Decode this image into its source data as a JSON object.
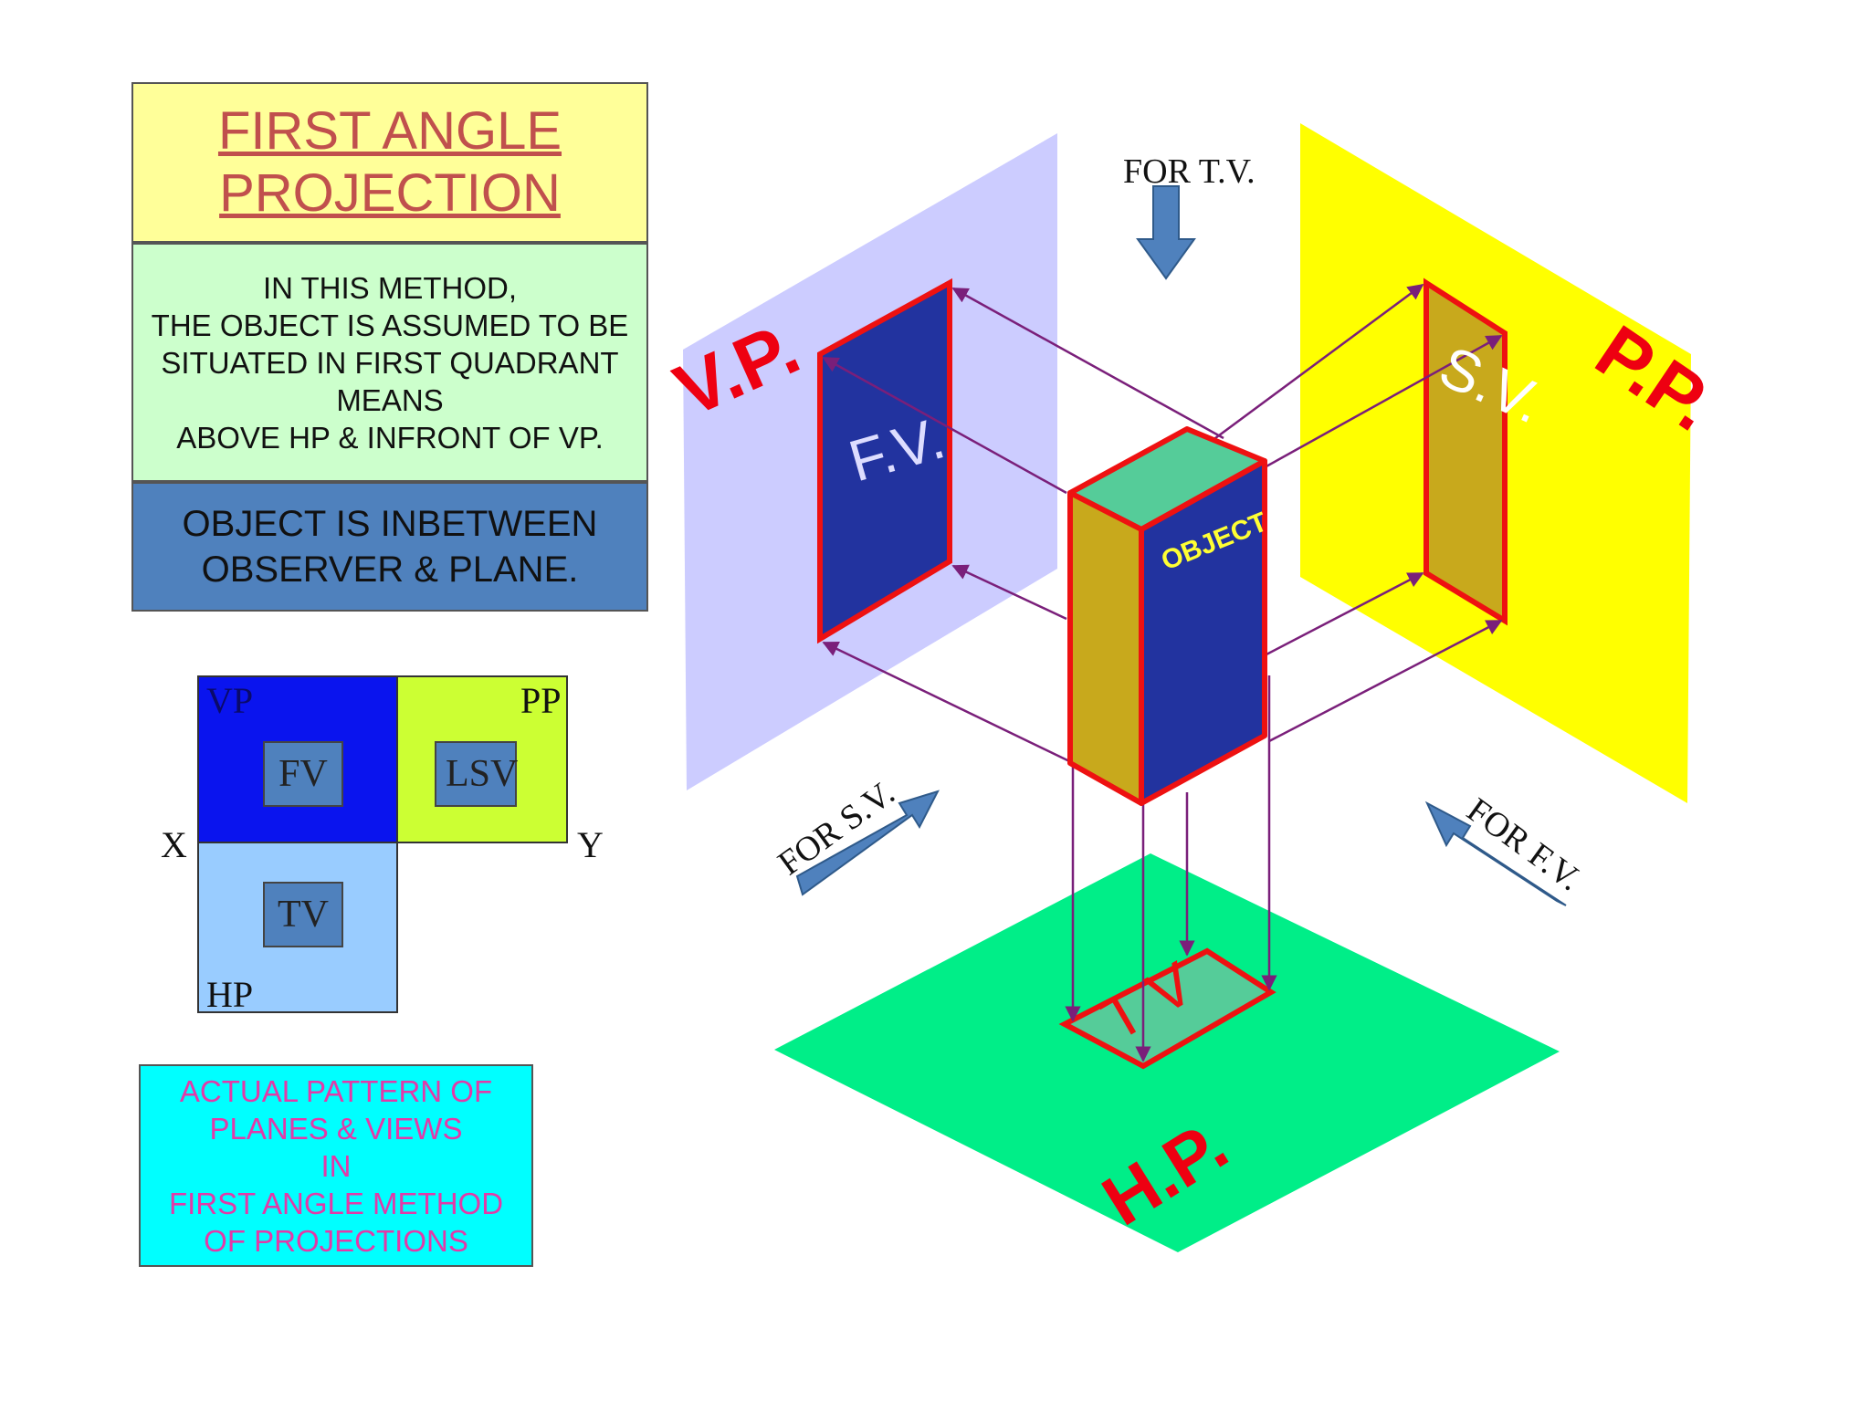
{
  "title": {
    "line1": "FIRST ANGLE ",
    "line2": "PROJECTION"
  },
  "method": {
    "lines": [
      "IN THIS METHOD,",
      "THE OBJECT IS ASSUMED TO BE",
      "SITUATED IN FIRST QUADRANT",
      "MEANS",
      "ABOVE HP & INFRONT OF VP."
    ]
  },
  "object_note": {
    "lines": [
      "OBJECT IS INBETWEEN",
      "OBSERVER & PLANE."
    ]
  },
  "small_layout": {
    "vp": "VP",
    "pp": "PP",
    "hp": "HP",
    "x": "X",
    "y": "Y",
    "fv": "FV",
    "lsv": "LSV",
    "tv": "TV"
  },
  "pattern_note": {
    "lines": [
      "ACTUAL PATTERN OF",
      "PLANES & VIEWS",
      "IN",
      "FIRST ANGLE METHOD",
      "OF PROJECTIONS"
    ]
  },
  "diagram": {
    "vp_label": "V.P.",
    "pp_label": "P.P.",
    "hp_label": "H.P.",
    "fv_label": "F.V.",
    "sv_label": "S.V.",
    "tv_label": "T V",
    "object_label": "OBJECT",
    "for_tv": "FOR T.V.",
    "for_sv": "FOR S.V.",
    "for_fv": "FOR F.V."
  },
  "colors": {
    "vp_plane": "#ccccff",
    "pp_plane": "#ffff00",
    "hp_plane": "#00ee88",
    "view_fill": "#22339f",
    "side_fill": "#c8a91c",
    "top_fill": "#55cc99",
    "outline": "#ee1111",
    "projector": "#7a1f7a",
    "arrow": "#4f81bd",
    "label_red": "#ee0011"
  }
}
